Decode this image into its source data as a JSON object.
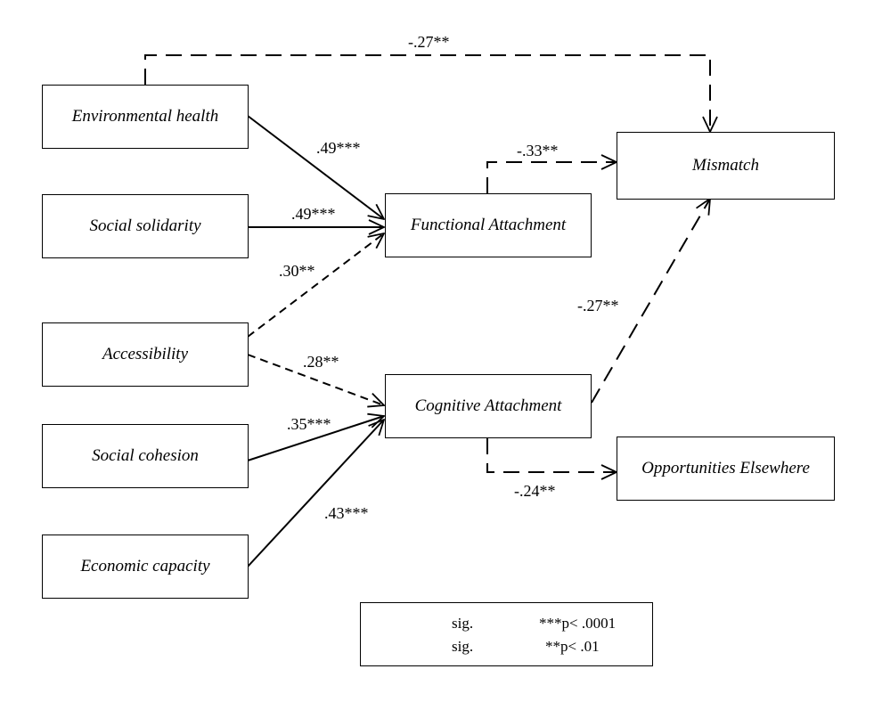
{
  "nodes": {
    "environmental_health": "Environmental health",
    "social_solidarity": "Social solidarity",
    "accessibility": "Accessibility",
    "social_cohesion": "Social cohesion",
    "economic_capacity": "Economic capacity",
    "functional_attachment": "Functional Attachment",
    "cognitive_attachment": "Cognitive Attachment",
    "mismatch": "Mismatch",
    "opportunities_elsewhere": "Opportunities Elsewhere"
  },
  "paths": {
    "env_to_mismatch": "-.27**",
    "env_to_functional": ".49***",
    "solidarity_to_functional": ".49***",
    "access_to_functional": ".30**",
    "access_to_cognitive": ".28**",
    "cohesion_to_cognitive": ".35***",
    "economic_to_cognitive": ".43***",
    "functional_to_mismatch": "-.33**",
    "cognitive_to_mismatch": "-.27**",
    "cognitive_to_opportunities": "-.24**"
  },
  "legend": {
    "solid_label": "sig.",
    "solid_p": "***p< .0001",
    "dashed_label": "sig.",
    "dashed_p": "**p< .01"
  }
}
